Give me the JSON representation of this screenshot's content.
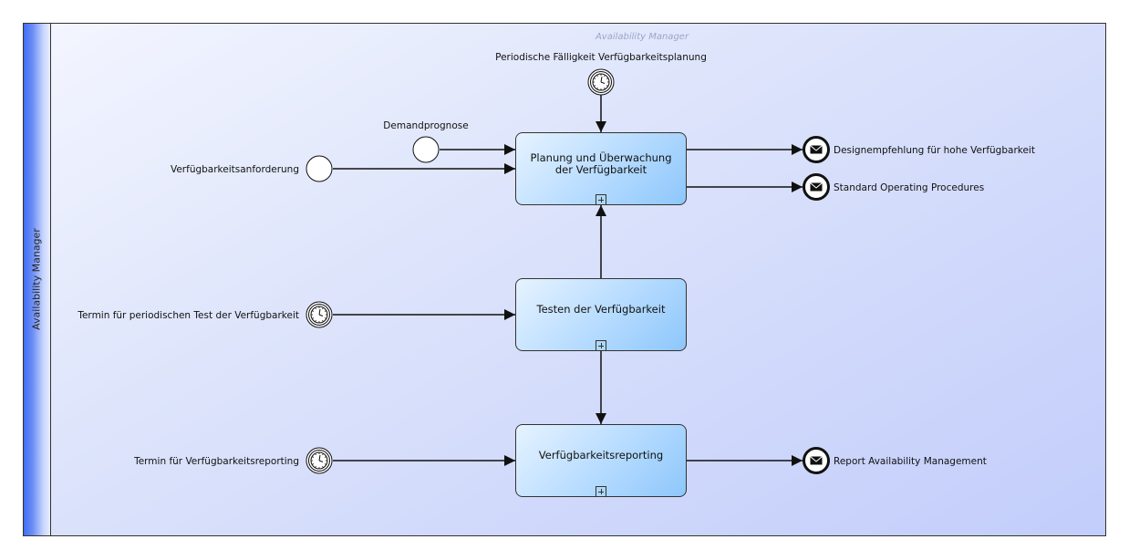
{
  "lane": {
    "label": "Availability Manager"
  },
  "pool": {
    "title": "Availability Manager"
  },
  "tasks": {
    "planning": "Planung und Überwachung der Verfügbarkeit",
    "testing": "Testen der Verfügbarkeit",
    "reporting": "Verfügbarkeitsreporting"
  },
  "events": {
    "periodic_due": "Periodische Fälligkeit Verfügbarkeitsplanung",
    "demand_forecast": "Demandprognose",
    "availability_request": "Verfügbarkeitsanforderung",
    "periodic_test": "Termin für periodischen Test der Verfügbarkeit",
    "reporting_date": "Termin für Verfügbarkeitsreporting",
    "design_recommendation": "Designempfehlung für hohe Verfügbarkeit",
    "sop": "Standard Operating Procedures",
    "report": "Report Availability Management"
  }
}
